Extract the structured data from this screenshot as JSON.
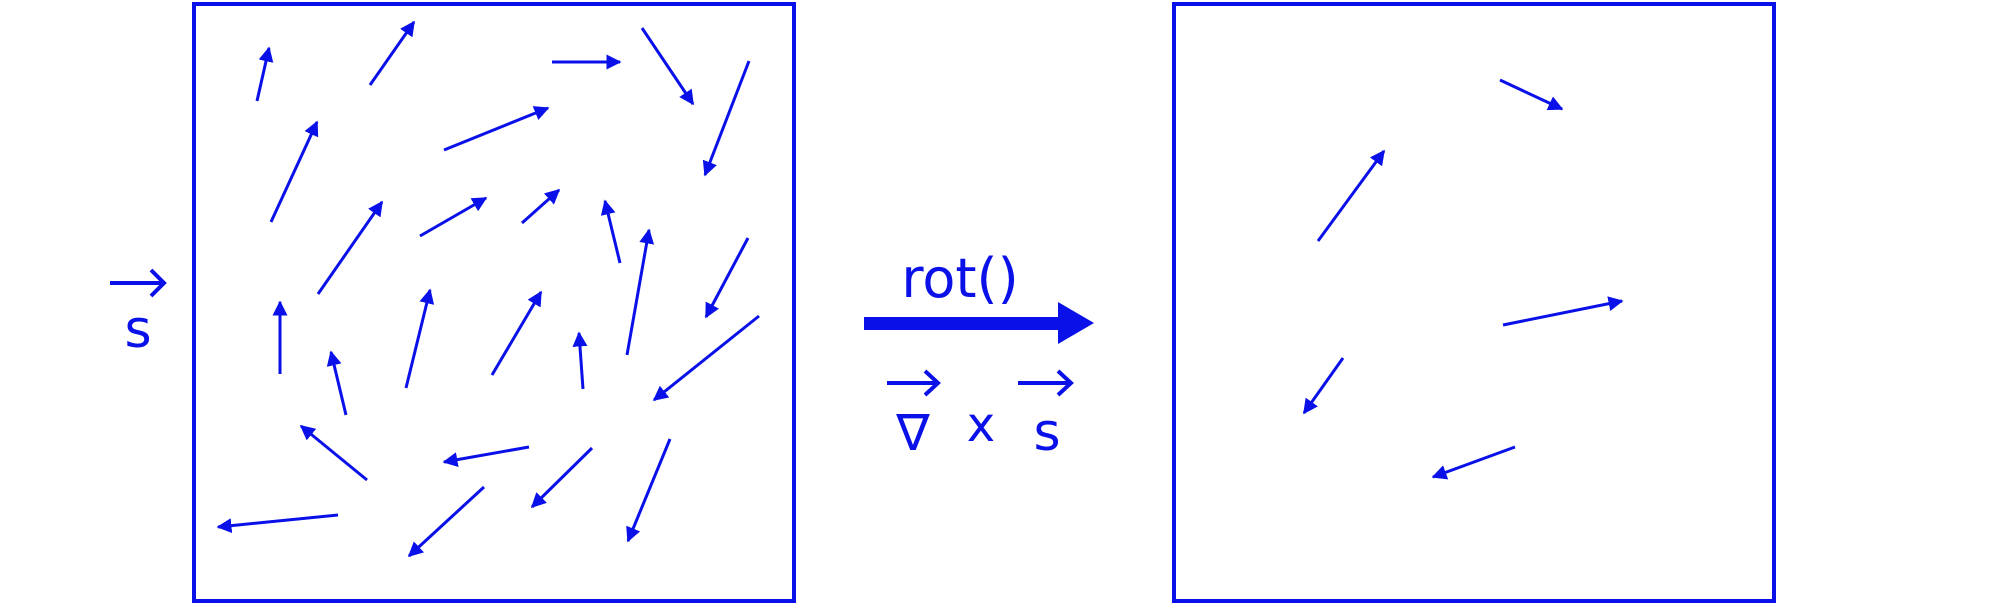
{
  "color": "#0a10e8",
  "labels": {
    "field_symbol": "s",
    "operator_name": "rot()",
    "nabla": "∇",
    "cross": "x",
    "field_symbol_right": "s"
  },
  "icons": {
    "vector_arrow": "right-arrow-over-letter",
    "operator_arrow": "thick-right-arrow"
  },
  "vector_field": {
    "description_visible": false
  },
  "curl_field": {
    "description_visible": false
  }
}
